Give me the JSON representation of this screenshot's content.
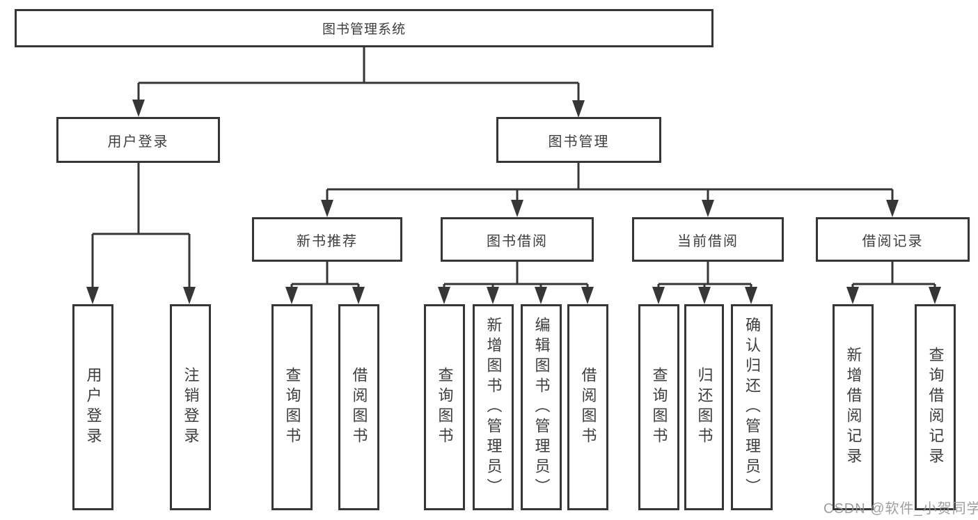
{
  "page": {
    "background_color": "#ffffff",
    "line_color": "#363636",
    "text_color": "#3d3d3d"
  },
  "tree": {
    "root": "图书管理系统",
    "user_login": {
      "label": "用户登录",
      "leaves": [
        "用户登录",
        "注销登录"
      ]
    },
    "book_management": {
      "label": "图书管理",
      "sections": [
        {
          "label": "新书推荐",
          "leaves": [
            "查询图书",
            "借阅图书"
          ]
        },
        {
          "label": "图书借阅",
          "leaves": [
            "查询图书",
            "新增图书（管理员）",
            "编辑图书（管理员）",
            "借阅图书"
          ]
        },
        {
          "label": "当前借阅",
          "leaves": [
            "查询图书",
            "归还图书",
            "确认归还（管理员）"
          ]
        },
        {
          "label": "借阅记录",
          "leaves": [
            "新增借阅记录",
            "查询借阅记录"
          ]
        }
      ]
    }
  },
  "watermark": {
    "text": "CSDN @软件_小贺同学",
    "color": "#949494"
  }
}
